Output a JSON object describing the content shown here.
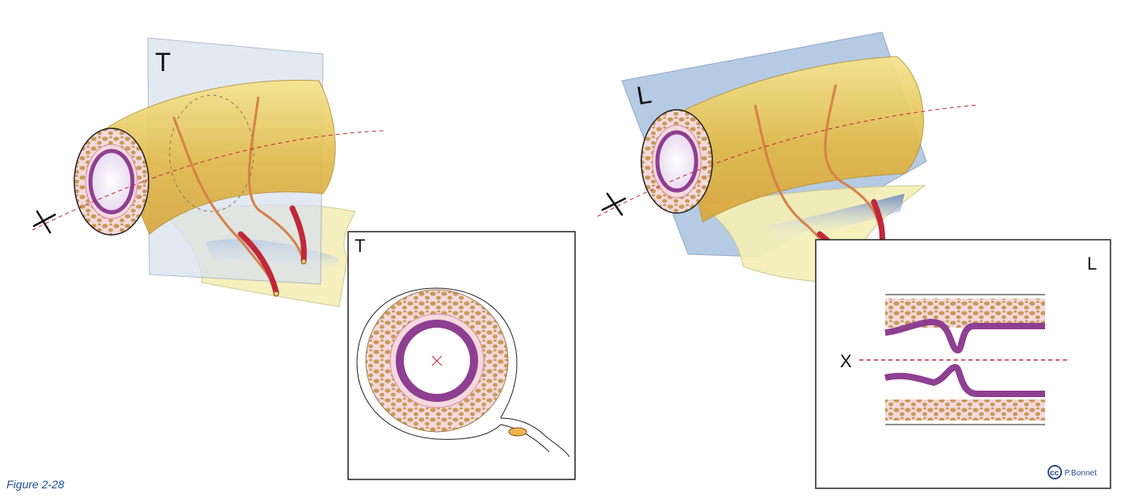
{
  "figure_caption": "Figure 2-28",
  "left_panel": {
    "plane_label": "T",
    "axis_label": "X",
    "inset_label": "T"
  },
  "right_panel": {
    "plane_label": "L",
    "axis_label": "X",
    "inset_label": "L",
    "inset_axis_label": "X"
  },
  "credit": {
    "badge": "cc",
    "author": "P.Bonnet"
  },
  "colors": {
    "muscle": "#e8c25a",
    "muscle_light": "#f3e79a",
    "plane_t": "#d9e2ee",
    "plane_l": "#a9c2e0",
    "mucosa": "#8e3f91",
    "submucosa": "#f3cfd6",
    "tissue_tan": "#c99a58",
    "vessel_red": "#c0283a",
    "axis_dash": "#c0283a",
    "mesentery": "#f5efb6",
    "caption_blue": "#1a4f9c"
  }
}
